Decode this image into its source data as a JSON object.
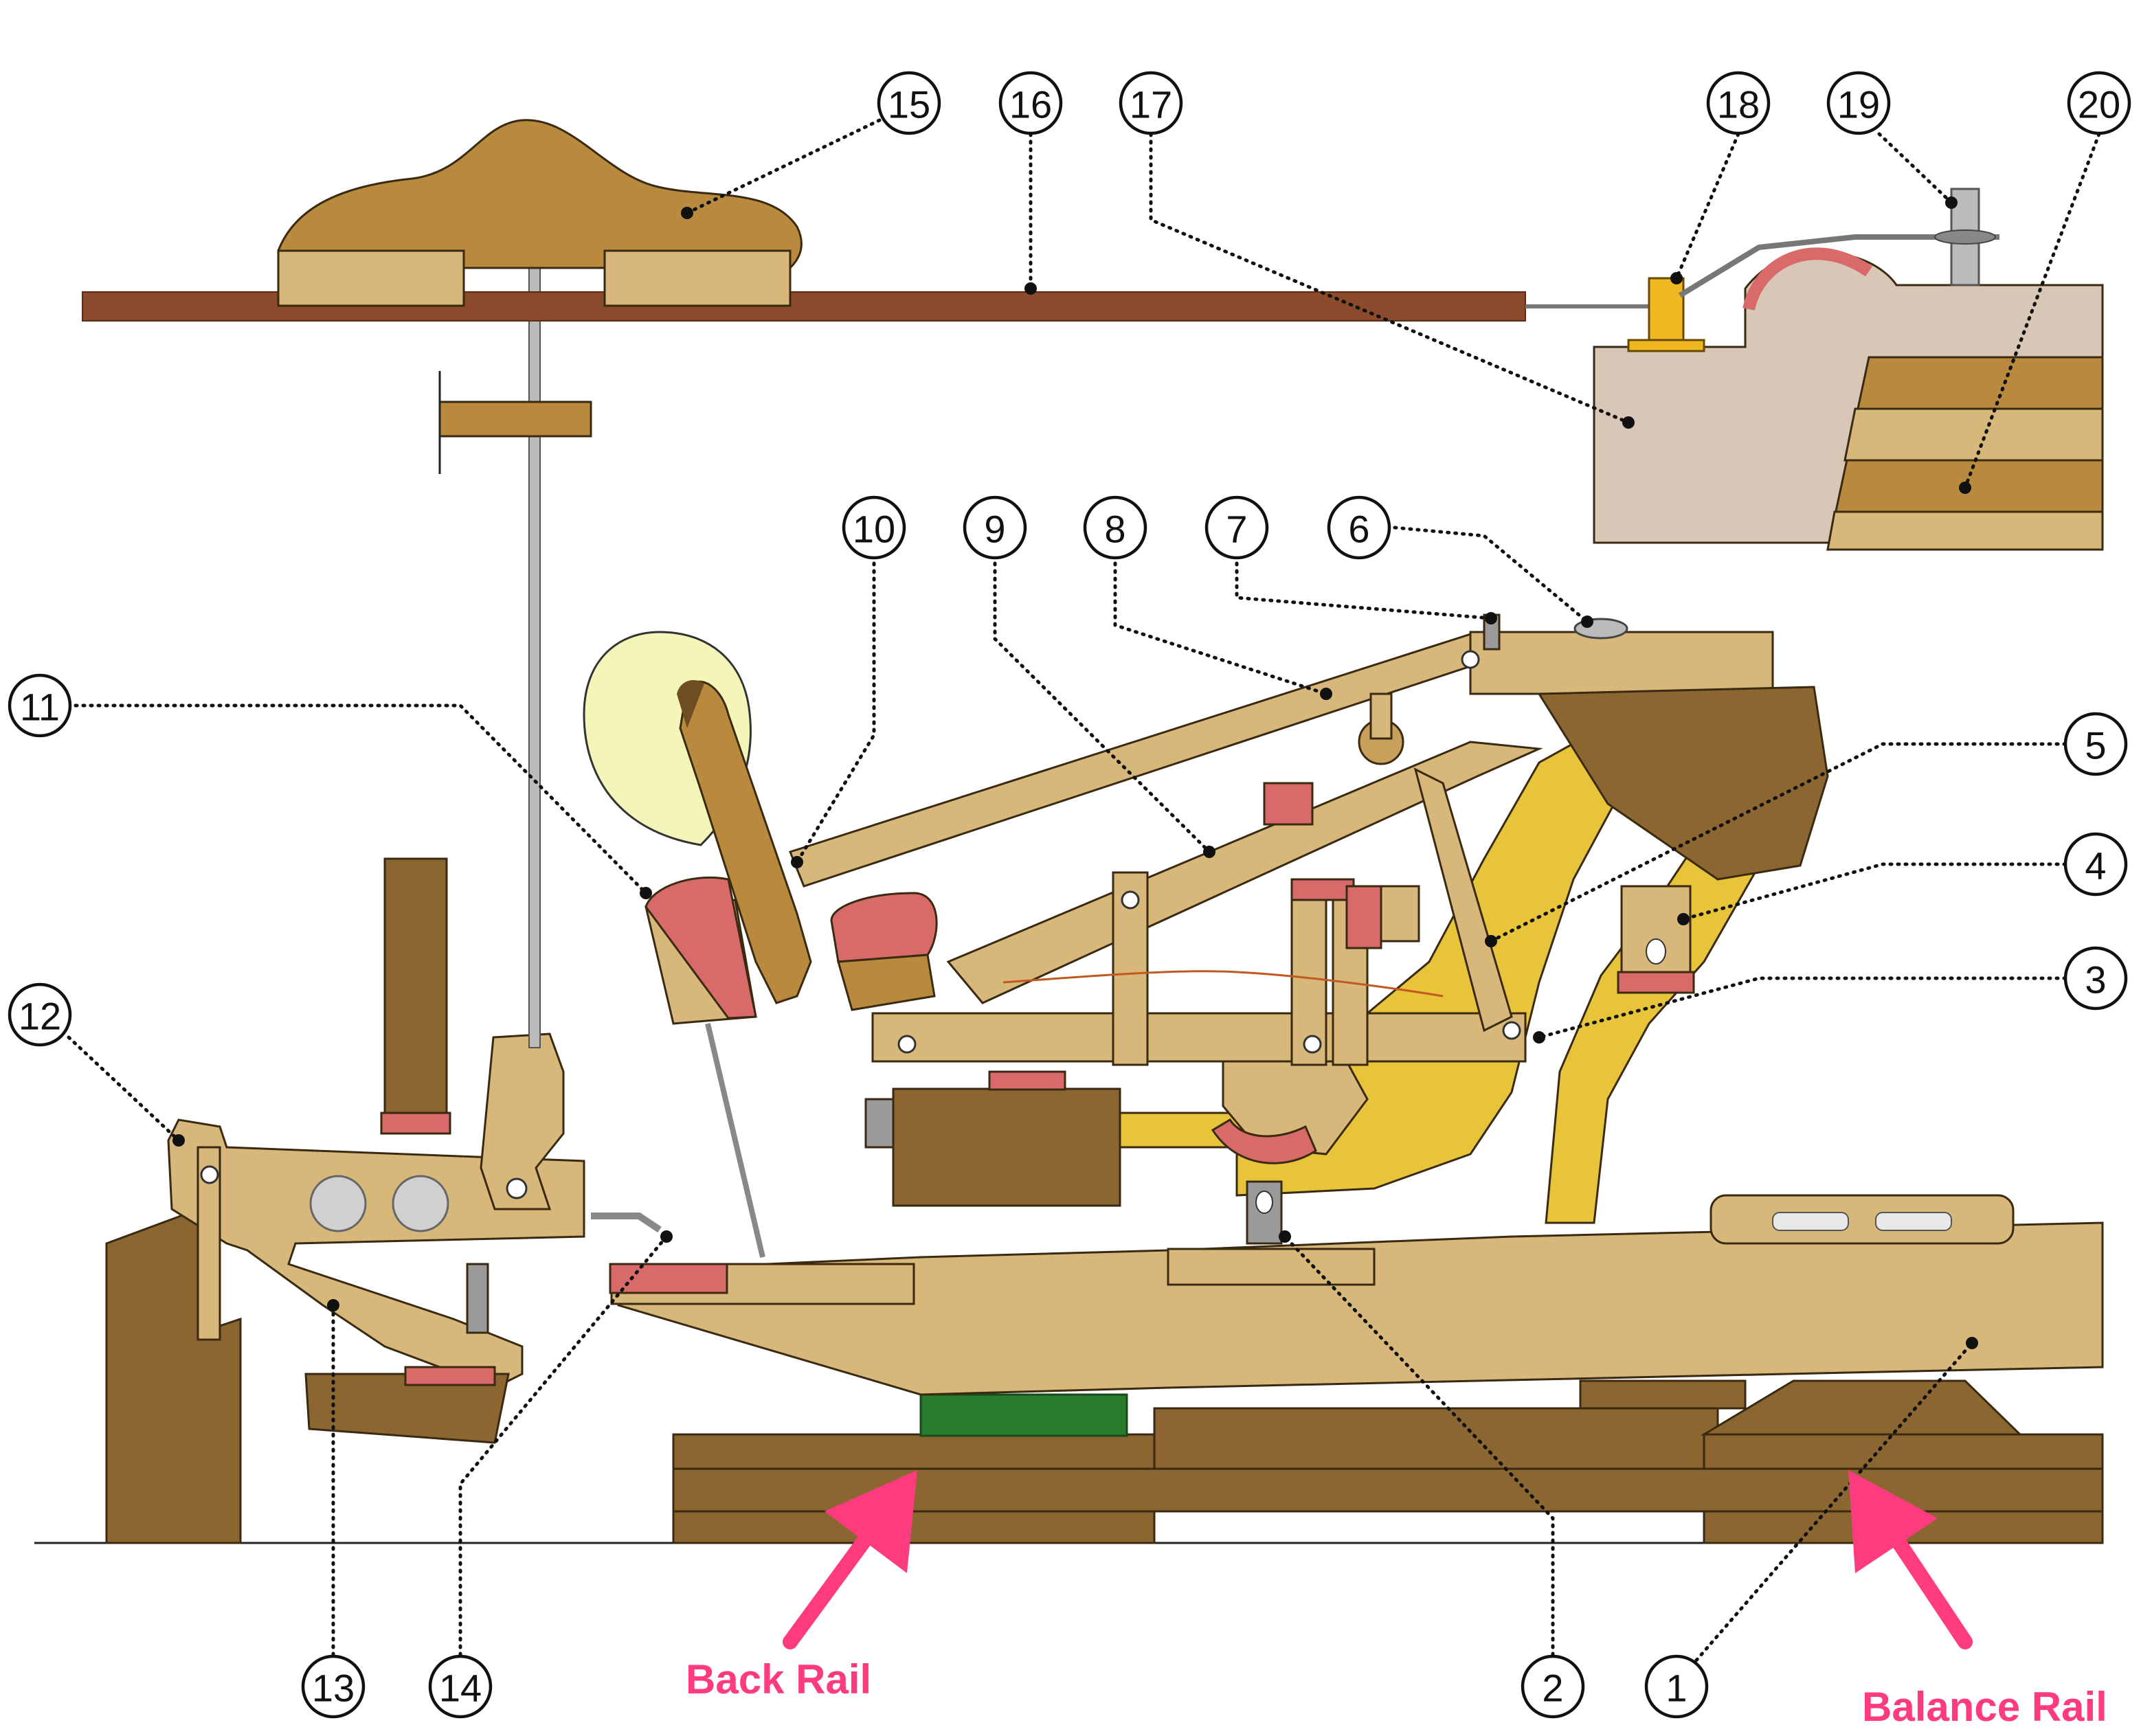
{
  "callouts": [
    "1",
    "2",
    "3",
    "4",
    "5",
    "6",
    "7",
    "8",
    "9",
    "10",
    "11",
    "12",
    "13",
    "14",
    "15",
    "16",
    "17",
    "18",
    "19",
    "20"
  ],
  "rail_labels": {
    "back": "Back Rail",
    "balance": "Balance Rail"
  },
  "colors": {
    "wood_light": "#d8b87a",
    "wood_dark": "#8c6630",
    "wood_mid": "#b98a3e",
    "yellow_part": "#e8c43a",
    "felt_red": "#d86a6a",
    "green_felt": "#2a7a2e",
    "string": "#8b4a2b",
    "cast_iron": "#d8c6b6",
    "hammer_halo": "#f3f6b8",
    "arrow_pink": "#ff3b7f"
  }
}
